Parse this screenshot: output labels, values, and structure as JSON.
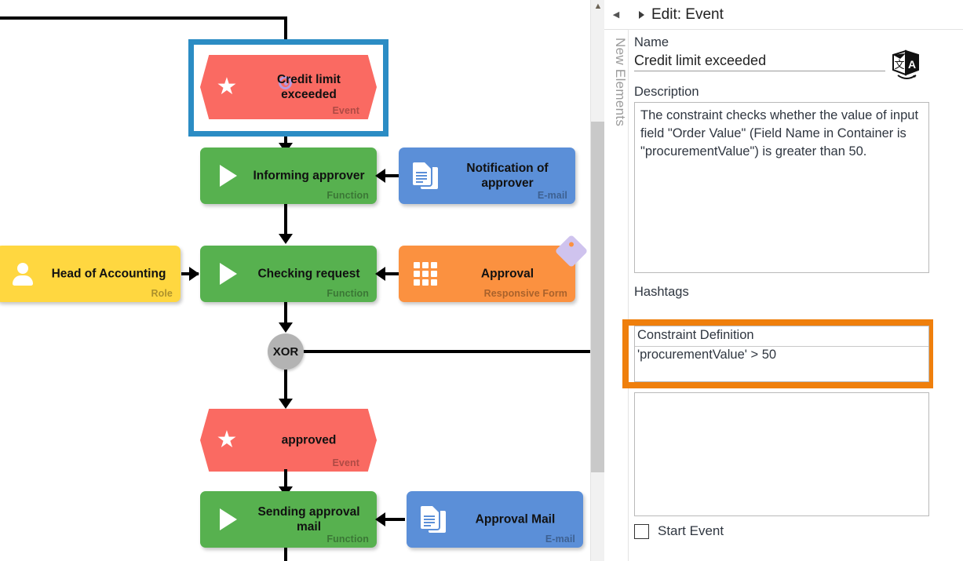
{
  "canvas": {
    "nodes": [
      {
        "id": "credit-limit-exceeded",
        "label": "Credit limit exceeded",
        "type": "Event",
        "icon": "star-icon",
        "selected": true
      },
      {
        "id": "informing-approver",
        "label": "Informing approver",
        "type": "Function",
        "icon": "play-icon",
        "selected": false
      },
      {
        "id": "notification-of-approver",
        "label": "Notification of approver",
        "type": "E-mail",
        "icon": "document-icon",
        "selected": false
      },
      {
        "id": "head-of-accounting",
        "label": "Head of Accounting",
        "type": "Role",
        "icon": "person-icon",
        "selected": false
      },
      {
        "id": "checking-request",
        "label": "Checking request",
        "type": "Function",
        "icon": "play-icon",
        "selected": false
      },
      {
        "id": "approval",
        "label": "Approval",
        "type": "Responsive Form",
        "icon": "grid-icon",
        "selected": false
      },
      {
        "id": "xor-gateway",
        "label": "XOR",
        "type": "",
        "icon": "",
        "selected": false
      },
      {
        "id": "approved",
        "label": "approved",
        "type": "Event",
        "icon": "star-icon",
        "selected": false
      },
      {
        "id": "sending-approval-mail",
        "label": "Sending approval mail",
        "type": "Function",
        "icon": "play-icon",
        "selected": false
      },
      {
        "id": "approval-mail",
        "label": "Approval Mail",
        "type": "E-mail",
        "icon": "document-icon",
        "selected": false
      }
    ],
    "colors": {
      "event": "#fa6a62",
      "function": "#57b14f",
      "email": "#5b8fd8",
      "role": "#ffd740",
      "form": "#fb9140",
      "gateway": "#b3b3b3",
      "selection": "#2b8cc4",
      "connector": "#000000"
    }
  },
  "sidetab": {
    "collapse_icon": "chevron-left-icon",
    "label": "New Elements"
  },
  "scrollbar": {
    "up_arrow": "chevron-up-icon"
  },
  "panel": {
    "header": {
      "expander_icon": "triangle-right-icon",
      "title": "Edit: Event"
    },
    "name": {
      "label": "Name",
      "value": "Credit limit exceeded",
      "translate_icon": "translate-icon"
    },
    "description": {
      "label": "Description",
      "value": "The constraint checks whether the value of input field \"Order Value\" (Field Name in Container is \"procurementValue\") is greater than 50."
    },
    "hashtags": {
      "label": "Hashtags",
      "value": ""
    },
    "constraint": {
      "label": "Constraint Definition",
      "value": "'procurementValue' > 50",
      "highlight_color": "#ef7f0c"
    },
    "extra_area": {
      "value": ""
    },
    "start_event": {
      "label": "Start Event",
      "checked": false
    }
  }
}
